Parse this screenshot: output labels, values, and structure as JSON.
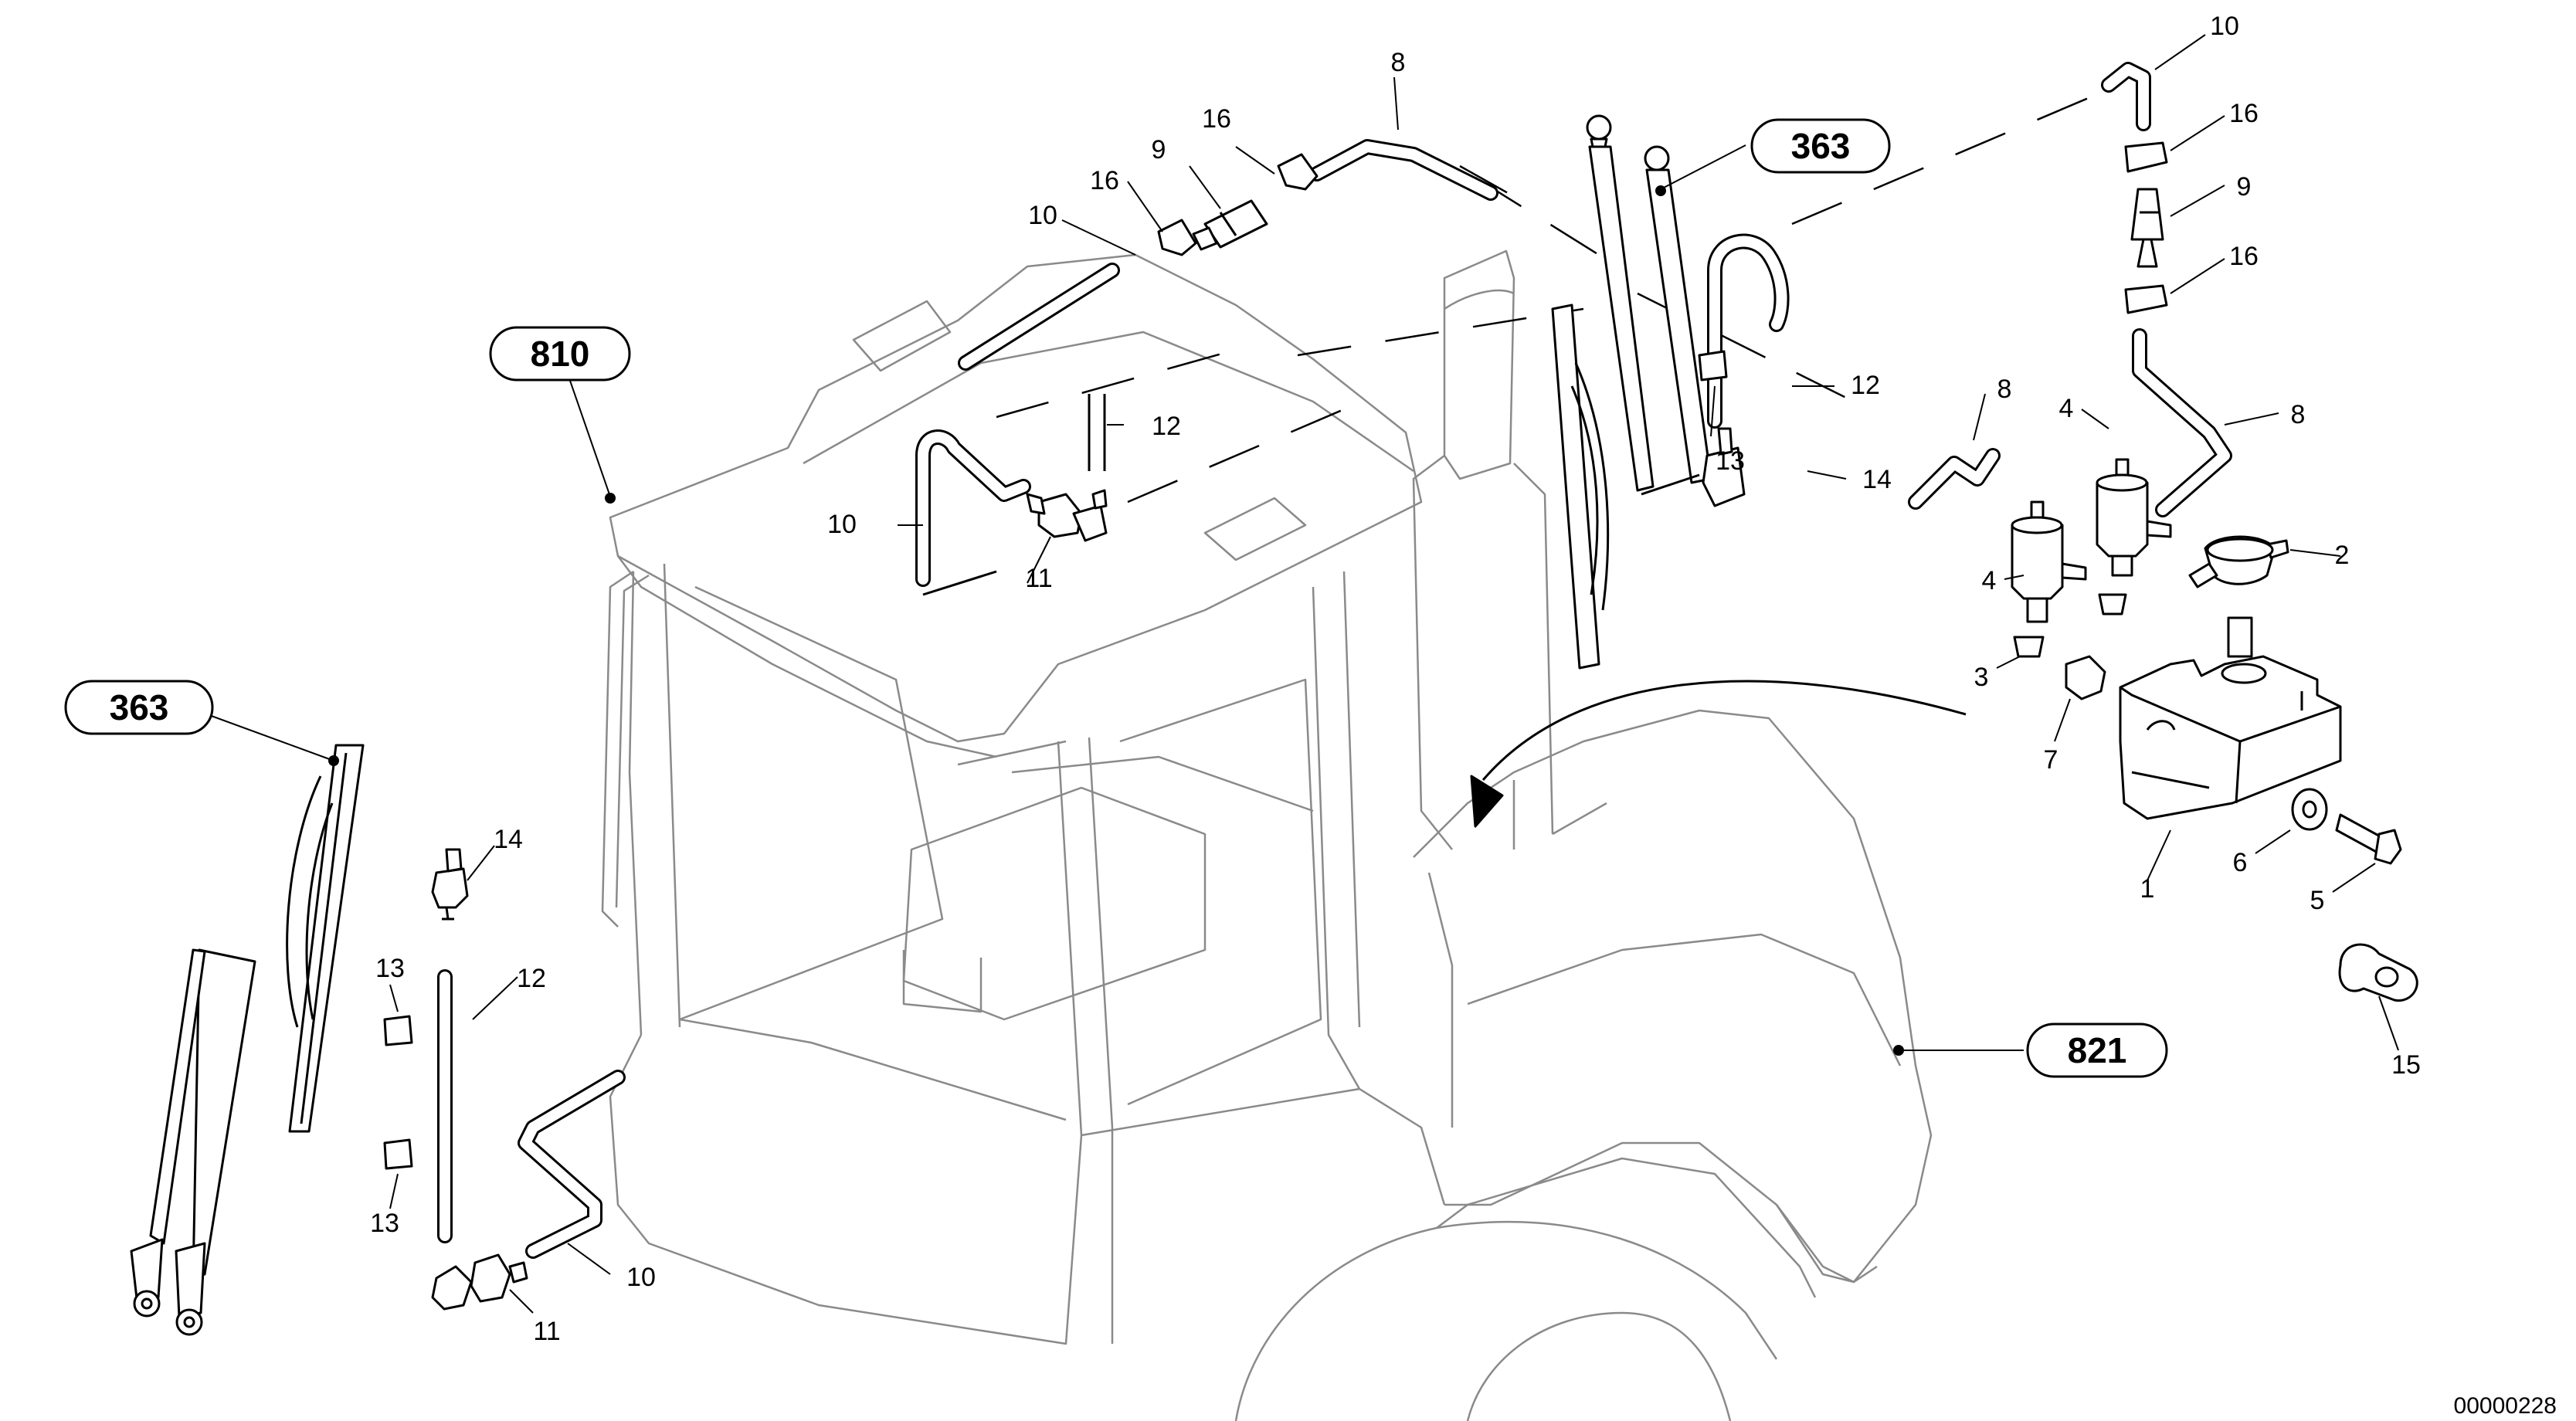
{
  "diagram": {
    "callouts": [
      {
        "id": "c8a",
        "label": "8"
      },
      {
        "id": "c8b",
        "label": "8"
      },
      {
        "id": "c8c",
        "label": "8"
      },
      {
        "id": "c9a",
        "label": "9"
      },
      {
        "id": "c9b",
        "label": "9"
      },
      {
        "id": "c10a",
        "label": "10"
      },
      {
        "id": "c10b",
        "label": "10"
      },
      {
        "id": "c10c",
        "label": "10"
      },
      {
        "id": "c10d",
        "label": "10"
      },
      {
        "id": "c11a",
        "label": "11"
      },
      {
        "id": "c11b",
        "label": "11"
      },
      {
        "id": "c12a",
        "label": "12"
      },
      {
        "id": "c12b",
        "label": "12"
      },
      {
        "id": "c12c",
        "label": "12"
      },
      {
        "id": "c13a",
        "label": "13"
      },
      {
        "id": "c13b",
        "label": "13"
      },
      {
        "id": "c13c",
        "label": "13"
      },
      {
        "id": "c14a",
        "label": "14"
      },
      {
        "id": "c14b",
        "label": "14"
      },
      {
        "id": "c16a",
        "label": "16"
      },
      {
        "id": "c16b",
        "label": "16"
      },
      {
        "id": "c16c",
        "label": "16"
      },
      {
        "id": "c16d",
        "label": "16"
      },
      {
        "id": "c1",
        "label": "1"
      },
      {
        "id": "c2",
        "label": "2"
      },
      {
        "id": "c3",
        "label": "3"
      },
      {
        "id": "c4a",
        "label": "4"
      },
      {
        "id": "c4b",
        "label": "4"
      },
      {
        "id": "c5",
        "label": "5"
      },
      {
        "id": "c6",
        "label": "6"
      },
      {
        "id": "c7",
        "label": "7"
      },
      {
        "id": "c15",
        "label": "15"
      }
    ],
    "references": [
      {
        "id": "r363a",
        "label": "363"
      },
      {
        "id": "r363b",
        "label": "363"
      },
      {
        "id": "r810",
        "label": "810"
      },
      {
        "id": "r821",
        "label": "821"
      }
    ],
    "drawing_code": "00000228"
  }
}
